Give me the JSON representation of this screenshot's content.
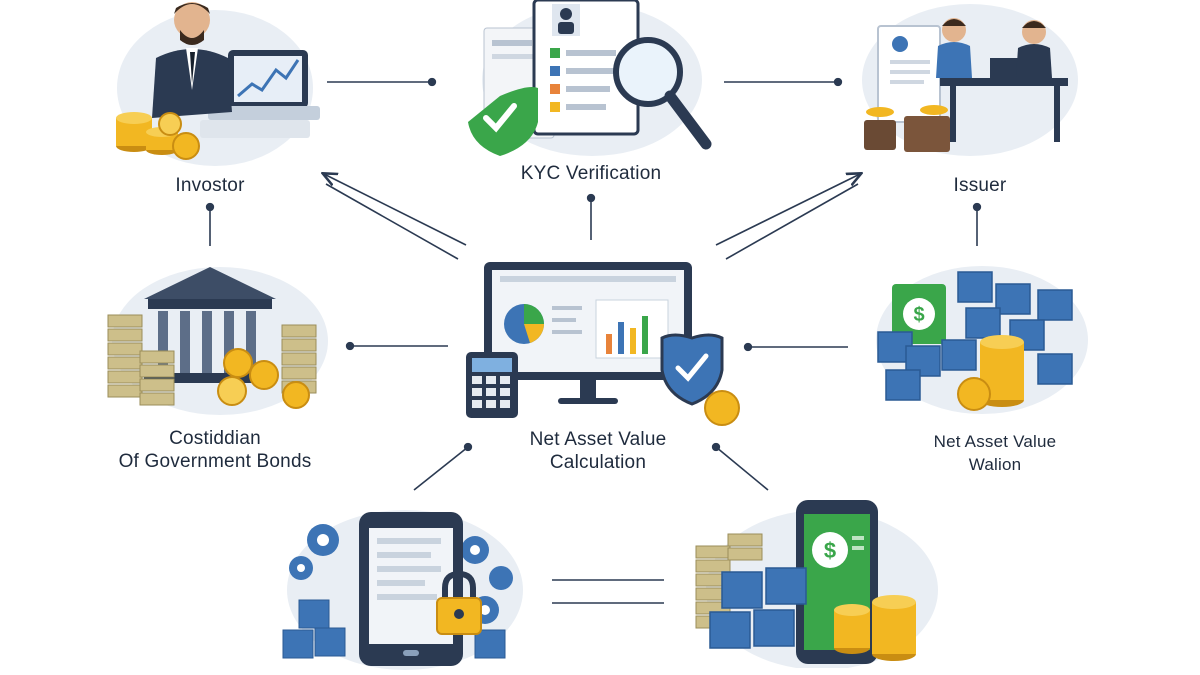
{
  "colors": {
    "navy": "#2b3a52",
    "blue": "#3d74b5",
    "blue_dark": "#2a5a94",
    "gold": "#f2b722",
    "gold_dark": "#c98d12",
    "green": "#3aa64a",
    "bill": "#cdbf8a",
    "halo": "#e9eef4"
  },
  "nodes": {
    "investor": {
      "label": "Invostor",
      "icon": "investor-laptop"
    },
    "kyc": {
      "label": "KYC Verification",
      "icon": "kyc-document-magnifier"
    },
    "issuer": {
      "label": "Issuer",
      "icon": "issuer-meeting"
    },
    "custodian": {
      "line1": "Costiddian",
      "line2": "Of Government Bonds",
      "icon": "bank-building"
    },
    "nav_calc": {
      "line1": "Net Asset Value",
      "line2": "Calculation",
      "icon": "monitor-calculator-shield"
    },
    "nav_wallet": {
      "line1": "Net Asset Value",
      "line2": "Walion",
      "icon": "dollar-wallet-blocks"
    },
    "smart_contract": {
      "icon": "phone-lock-gears"
    },
    "token_wallet": {
      "icon": "phone-dollar-coins"
    }
  }
}
